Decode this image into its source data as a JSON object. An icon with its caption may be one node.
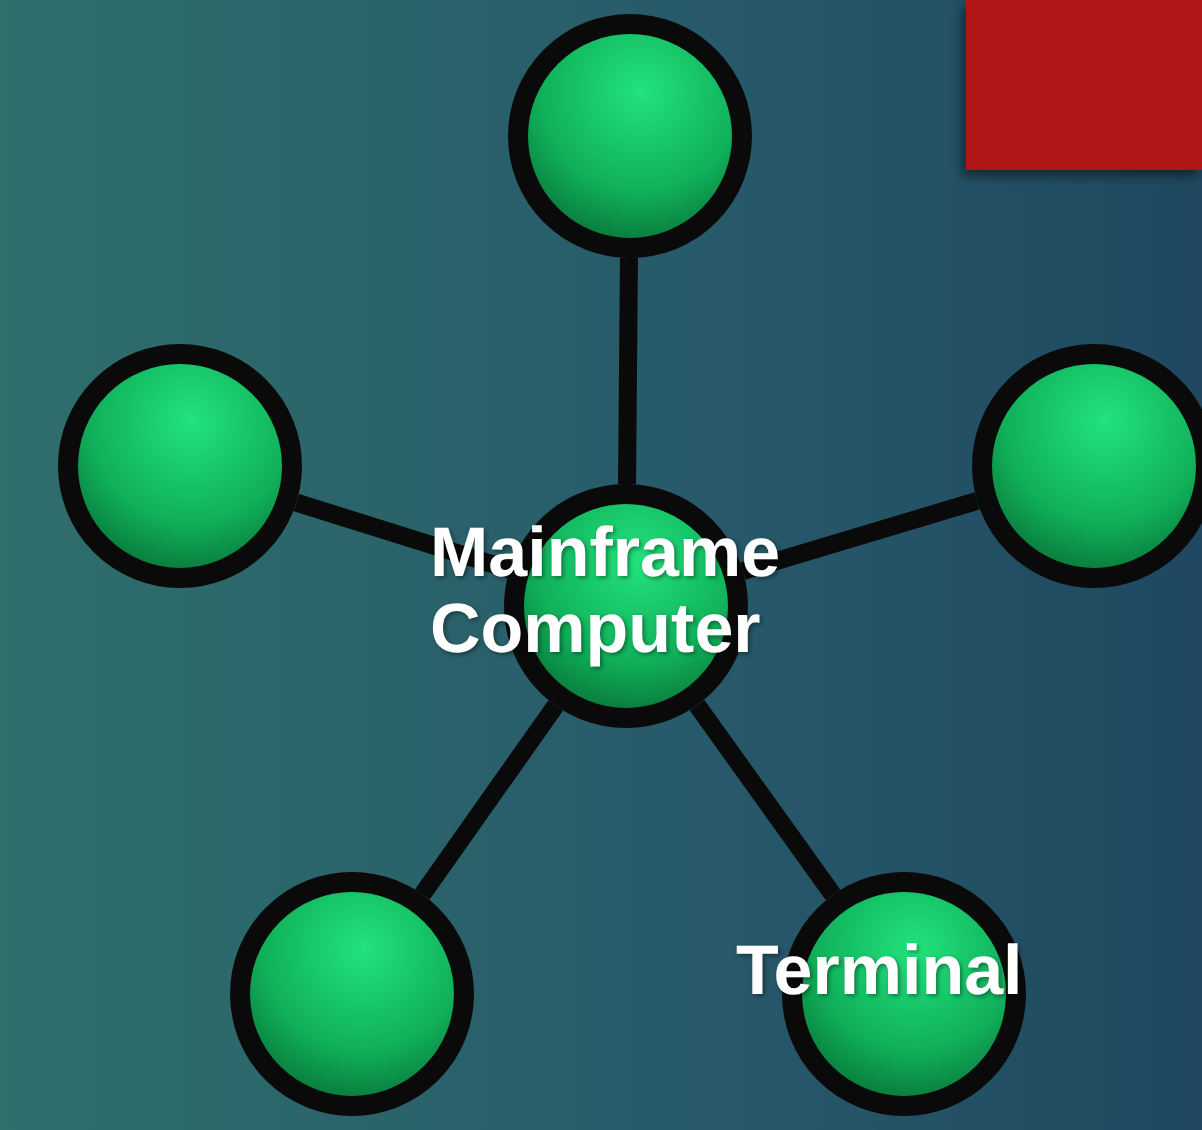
{
  "diagram": {
    "nodes": [
      {
        "text": [],
        "shape": "circle"
      },
      {
        "text": [],
        "shape": "circle"
      },
      {
        "text": [
          "Mainframe Computer"
        ]
      },
      {
        "text": [],
        "shape": "circle"
      },
      {
        "text": [],
        "shape": "circle"
      },
      {
        "text": [
          "Terminal"
        ]
      }
    ],
    "edges": [
      {
        "from": 2,
        "to": 0,
        "arrow": "none"
      },
      {
        "from": 2,
        "to": 1,
        "arrow": "none"
      },
      {
        "from": 2,
        "to": 3,
        "arrow": "none"
      },
      {
        "from": 2,
        "to": 4,
        "arrow": "none"
      },
      {
        "from": 2,
        "to": 5,
        "arrow": "none"
      }
    ]
  }
}
